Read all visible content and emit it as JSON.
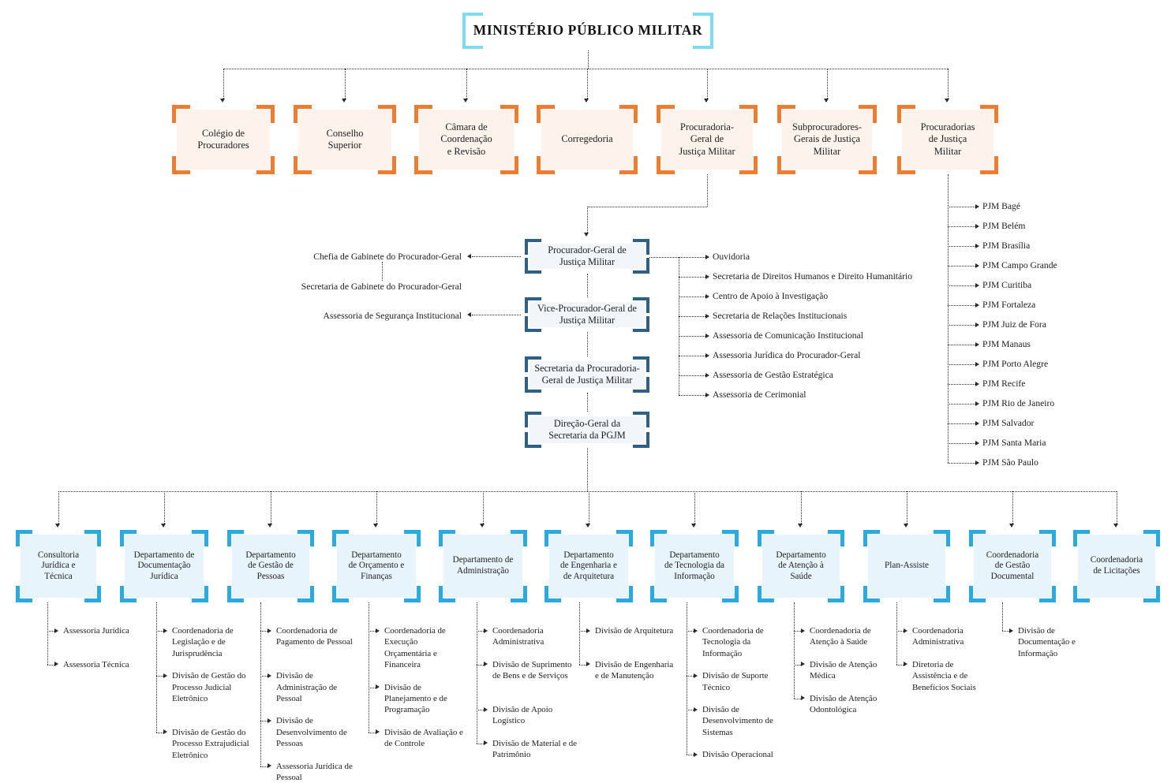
{
  "title": "MINISTÉRIO PÚBLICO MILITAR",
  "colors": {
    "title_bracket": "#7fdbef",
    "level1_bracket": "#ed7d31",
    "level1_fill": "#fdf3ec",
    "level2_bracket": "#2e5f86",
    "level2_fill": "#f2f5f9",
    "level3_bracket": "#29abe2",
    "level3_fill": "#e8f4fc",
    "connector": "#2b2b2b"
  },
  "level1": [
    {
      "label": "Colégio de\nProcuradores"
    },
    {
      "label": "Conselho\nSuperior"
    },
    {
      "label": "Câmara de\nCoordenação\ne Revisão"
    },
    {
      "label": "Corregedoria"
    },
    {
      "label": "Procuradoria-\nGeral de\nJustiça Militar"
    },
    {
      "label": "Subprocuradores-\nGerais de Justiça\nMilitar"
    },
    {
      "label": "Procuradorias\nde Justiça\nMilitar"
    }
  ],
  "center_nodes": [
    {
      "label": "Procurador-Geral de\nJustiça Militar"
    },
    {
      "label": "Vice-Procurador-Geral de\nJustiça Militar"
    },
    {
      "label": "Secretaria da Procuradoria-\nGeral de Justiça Militar"
    },
    {
      "label": "Direção-Geral da\nSecretaria da PGJM"
    }
  ],
  "left_attachments": [
    {
      "label": "Chefia de Gabinete do Procurador-Geral"
    },
    {
      "label": "Secretaria de Gabinete do Procurador-Geral"
    },
    {
      "label": "Assessoria de Segurança Institucional"
    }
  ],
  "pgjm_units": [
    "Ouvidoria",
    "Secretaria de Direitos Humanos e Direito Humanitário",
    "Centro de Apoio à Investigação",
    "Secretaria de Relações Institucionais",
    "Assessoria de Comunicação Institucional",
    "Assessoria Jurídica do Procurador-Geral",
    "Assessoria de Gestão Estratégica",
    "Assessoria de Cerimonial"
  ],
  "pjm_list": [
    "PJM Bagé",
    "PJM Belém",
    "PJM Brasília",
    "PJM Campo Grande",
    "PJM Curitiba",
    "PJM Fortaleza",
    "PJM Juiz de Fora",
    "PJM Manaus",
    "PJM Porto Alegre",
    "PJM Recife",
    "PJM Rio de Janeiro",
    "PJM Salvador",
    "PJM Santa Maria",
    "PJM São Paulo"
  ],
  "departments": [
    {
      "label": "Consultoria\nJurídica e\nTécnica",
      "children": [
        "Assessoria Jurídica",
        "Assessoria Técnica"
      ]
    },
    {
      "label": "Departamento de\nDocumentação\nJurídica",
      "children": [
        "Coordenadoria de Legislação e de Jurisprudência",
        "Divisão de Gestão do Processo Judicial Eletrônico",
        "Divisão de Gestão do Processo Extrajudicial Eletrônico"
      ]
    },
    {
      "label": "Departamento\nde Gestão  de\nPessoas",
      "children": [
        "Coordenadoria de Pagamento de Pessoal",
        "Divisão de Administração de Pessoal",
        "Divisão de Desenvolvimento de Pessoas",
        "Assessoria Jurídica de Pessoal"
      ]
    },
    {
      "label": "Departamento\nde Orçamento e\nFinanças",
      "children": [
        "Coordenadoria de Execução Orçamentária e Financeira",
        "Divisão de Planejamento e de Programação",
        "Divisão de Avaliação e de Controle"
      ]
    },
    {
      "label": "Departamento de\nAdministração",
      "children": [
        "Coordenadoria Administrativa",
        "Divisão de Suprimento de Bens e de Serviços",
        "Divisão de Apoio Logístico",
        "Divisão de Material e de Patrimônio"
      ]
    },
    {
      "label": "Departamento\nde Engenharia e\nde Arquitetura",
      "children": [
        "Divisão de Arquitetura",
        "Divisão de Engenharia e de Manutenção"
      ]
    },
    {
      "label": "Departamento\nde Tecnologia da\nInformação",
      "children": [
        "Coordenadoria de Tecnologia da Informação",
        "Divisão de Suporte Técnico",
        "Divisão de Desenvolvimento de Sistemas",
        "Divisão Operacional"
      ]
    },
    {
      "label": "Departamento\nde Atenção à\nSaúde",
      "children": [
        "Coordenadoria de Atenção à Saúde",
        "Divisão de Atenção Médica",
        "Divisão de Atenção Odontológica"
      ]
    },
    {
      "label": "Plan-Assiste",
      "children": [
        "Coordenadoria Administrativa",
        "Diretoria de Assistência e de Benefícios Sociais"
      ]
    },
    {
      "label": "Coordenadoria\nde Gestão\nDocumental",
      "children": [
        "Divisão de Documentação e Informação"
      ]
    },
    {
      "label": "Coordenadoria\nde Licitações",
      "children": []
    }
  ]
}
